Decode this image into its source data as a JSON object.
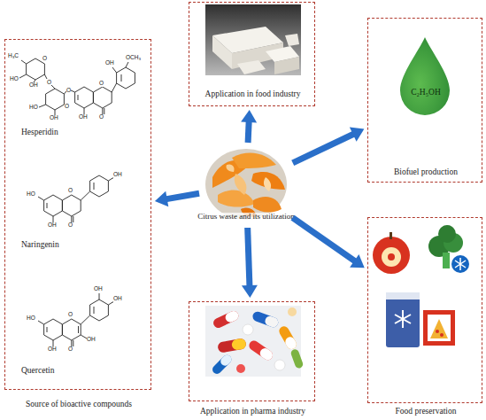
{
  "diagram": {
    "nodes": [
      {
        "text": [
          "Application in food industry"
        ]
      },
      {
        "text": [
          "C₂H₅OH",
          "Biofuel production"
        ]
      },
      {
        "text": [
          "Hesperidin",
          "Naringenin",
          "Quercetin",
          "Source of bioactive compounds"
        ]
      },
      {
        "text": [
          "Citrus waste and its utilization"
        ]
      },
      {
        "text": [
          "Food preservation"
        ]
      },
      {
        "text": [
          "Application in pharma industry"
        ]
      }
    ],
    "edges": [
      {
        "from": 3,
        "to": 0,
        "arrow": "to"
      },
      {
        "from": 3,
        "to": 1,
        "arrow": "to"
      },
      {
        "from": 3,
        "to": 2,
        "arrow": "to"
      },
      {
        "from": 3,
        "to": 4,
        "arrow": "to"
      },
      {
        "from": 3,
        "to": 5,
        "arrow": "to"
      }
    ],
    "labels": [
      "H₃C",
      "O",
      "HO",
      "OH",
      "O",
      "HO",
      "OH",
      "O",
      "O",
      "OH",
      "O",
      "O",
      "OH",
      "OCH₃",
      "HO",
      "O",
      "OH",
      "OH",
      "O",
      "HO",
      "O",
      "OH",
      "OH",
      "OH",
      "OH",
      "O"
    ]
  }
}
